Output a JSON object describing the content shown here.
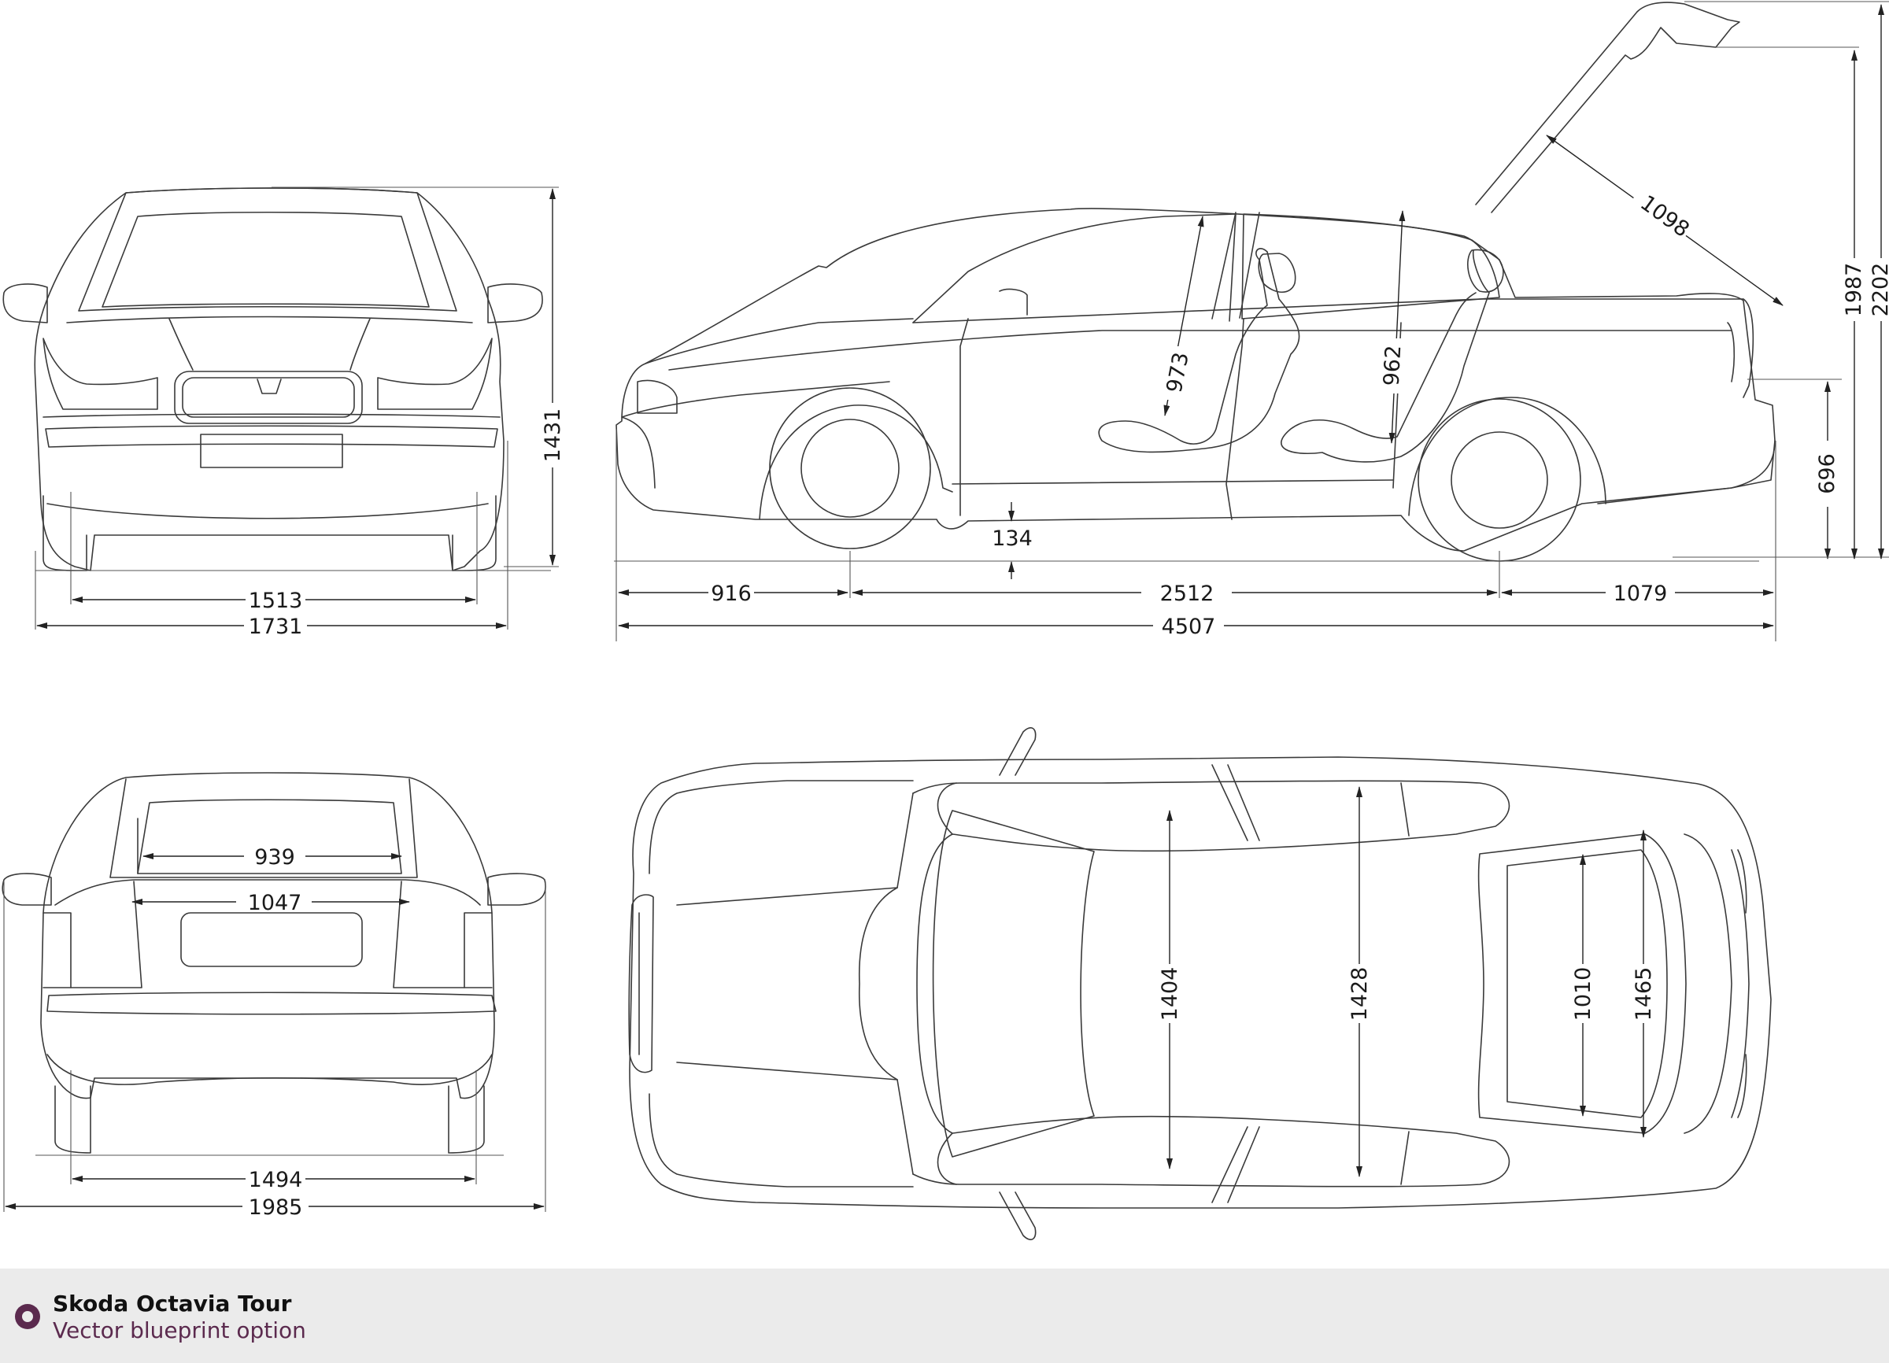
{
  "footer": {
    "title": "Skoda Octavia Tour",
    "subtitle": "Vector blueprint option",
    "accent_color": "#5b2a4e"
  },
  "dimensions": {
    "front_view": {
      "track_front": "1513",
      "width": "1731",
      "height": "1431"
    },
    "side_view": {
      "front_overhang": "916",
      "wheelbase": "2512",
      "rear_overhang": "1079",
      "length": "4507",
      "ground_clearance": "134",
      "front_headroom": "973",
      "rear_headroom": "962",
      "trunk_opening_diag": "1098",
      "load_sill_height": "696",
      "height_open_lid": "1987",
      "height_lid_tip": "2202"
    },
    "rear_view": {
      "trunk_opening_top": "939",
      "trunk_opening_bottom": "1047",
      "track_rear": "1494",
      "width_with_mirrors": "1985"
    },
    "top_view": {
      "front_shoulder": "1404",
      "rear_shoulder": "1428",
      "trunk_width_min": "1010",
      "trunk_width_max": "1465"
    }
  }
}
